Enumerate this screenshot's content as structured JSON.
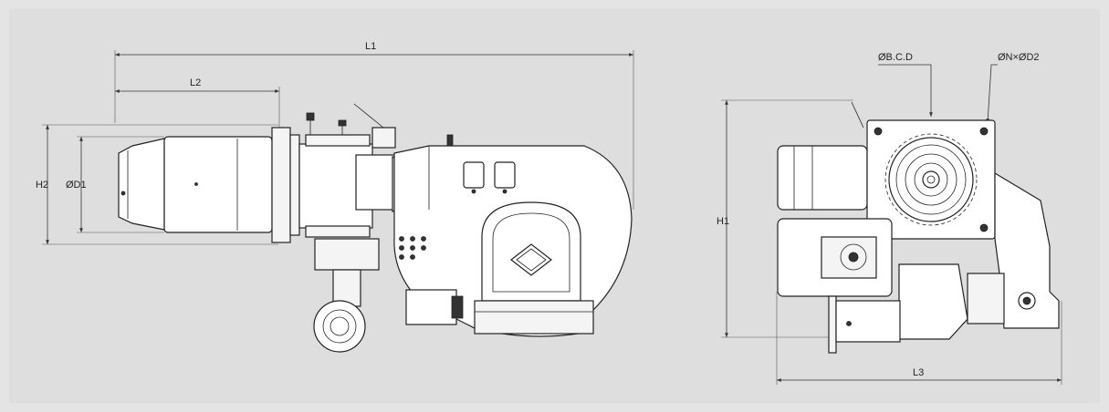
{
  "labels": {
    "l1": "L1",
    "l2": "L2",
    "h2": "H2",
    "d1": "ØD1",
    "bcd": "ØB.C.D",
    "nd2": "ØN×ØD2",
    "h1": "H1",
    "l3": "L3"
  }
}
